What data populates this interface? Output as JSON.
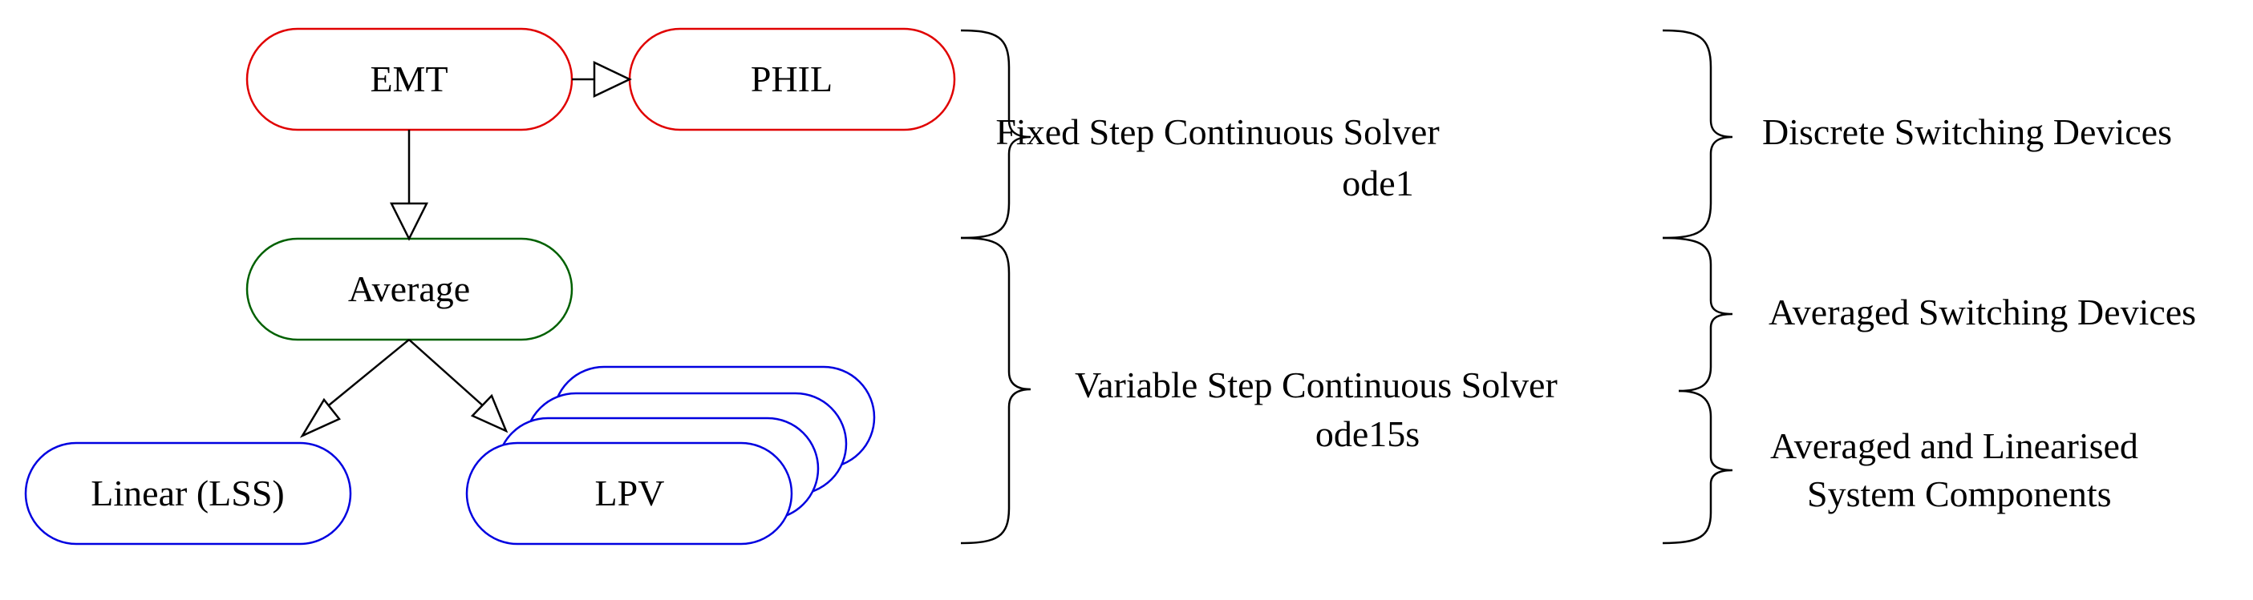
{
  "nodes": {
    "emt": {
      "label": "EMT",
      "color": "#e00000"
    },
    "phil": {
      "label": "PHIL",
      "color": "#e00000"
    },
    "average": {
      "label": "Average",
      "color": "#006000"
    },
    "linear": {
      "label": "Linear (LSS)",
      "color": "#0000e0"
    },
    "lpv": {
      "label": "LPV",
      "color": "#0000e0"
    }
  },
  "solvers": {
    "fixed": {
      "line1": "Fixed Step Continuous Solver",
      "line2": "ode1"
    },
    "variable": {
      "line1": "Variable Step Continuous Solver",
      "line2": "ode15s"
    }
  },
  "devices": {
    "discrete": "Discrete Switching Devices",
    "averaged": "Averaged Switching Devices",
    "linearised": {
      "line1": "Averaged and Linearised",
      "line2": "System Components"
    }
  },
  "colors": {
    "stroke": "#000000",
    "background": "#ffffff"
  }
}
